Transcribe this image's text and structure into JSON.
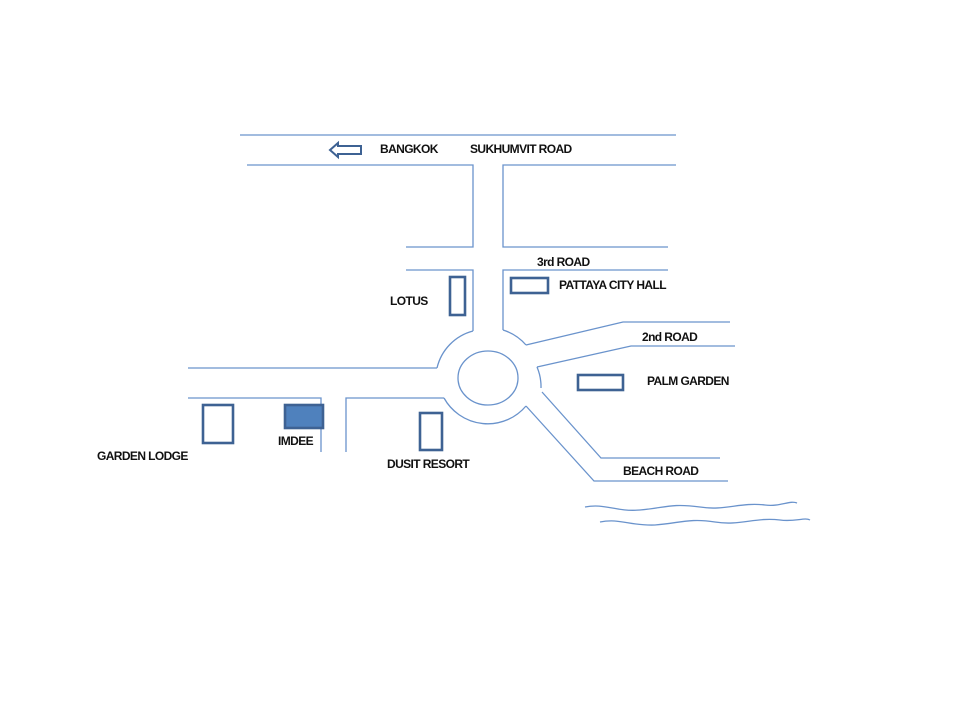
{
  "map": {
    "labels": {
      "bangkok": "BANGKOK",
      "sukhumvit": "SUKHUMVIT ROAD",
      "third_road": "3rd ROAD",
      "city_hall": "PATTAYA CITY HALL",
      "lotus": "LOTUS",
      "second_road": "2nd ROAD",
      "palm_garden": "PALM GARDEN",
      "garden_lodge": "GARDEN LODGE",
      "imdee": "IMDEE",
      "dusit": "DUSIT RESORT",
      "beach_road": "BEACH ROAD"
    },
    "highlighted_location": "IMDEE",
    "icons": [
      "arrow-left-icon"
    ],
    "colors": {
      "road": "#6a93cc",
      "building": "#3e6293",
      "highlight": "#4f81bd"
    }
  }
}
